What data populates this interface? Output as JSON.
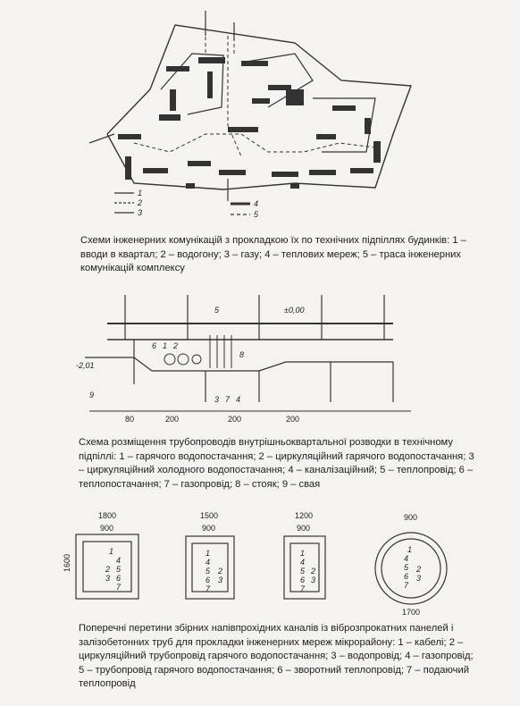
{
  "figure1": {
    "legend": [
      "1",
      "2",
      "3",
      "4",
      "5"
    ],
    "caption": "Схеми інженерних комунікацій з прокладкою їх по технічних підпіллях будинків: 1 – вводи в квартал; 2 – водогону; 3 – газу; 4 – теплових мереж; 5 – траса інженерних комунікацій комплексу"
  },
  "figure2": {
    "level_mark": "±0,00",
    "depth_mark": "-2,01",
    "callouts": [
      "5",
      "6",
      "1",
      "2",
      "8",
      "9",
      "3",
      "7",
      "4"
    ],
    "dimensions": [
      "80",
      "200",
      "200",
      "200"
    ],
    "caption": "Схема розміщення трубопроводів внутрішньоквартальної розводки в технічному підпіллі: 1 – гарячого водопостачання; 2 – циркуляційний гарячого водопостачання; 3 – циркуляційний холодного водопостачання; 4 – каналізаційний; 5 – теплопровід; 6 – теплопостачання; 7 – газопровід; 8 – стояк; 9 – свая"
  },
  "figure3": {
    "sections": [
      {
        "outer": "1800",
        "inner": "900",
        "height": "1600",
        "nums": [
          "1",
          "2",
          "3",
          "4",
          "5",
          "6",
          "7"
        ]
      },
      {
        "outer": "1500",
        "inner": "900",
        "nums": [
          "1",
          "2",
          "3",
          "4",
          "5",
          "6",
          "7"
        ]
      },
      {
        "outer": "1200",
        "inner": "900",
        "nums": [
          "1",
          "2",
          "3",
          "4",
          "5",
          "6",
          "7"
        ]
      },
      {
        "inner": "900",
        "diameter": "1700",
        "nums": [
          "1",
          "2",
          "3",
          "4",
          "5",
          "6",
          "7"
        ]
      }
    ],
    "caption": "Поперечні перетини збірних напівпрохідних каналів із віброзпрокатних панелей і залізобетонних труб для прокладки інженерних мереж мікрорайону: 1 – кабелі; 2 – циркуляційний трубопровід гарячого водопостачання; 3 – водопровід; 4 – газопровід; 5 – трубопровід гарячого водопостачання; 6 – зворотний теплопровід; 7 – подаючий теплопровід"
  }
}
